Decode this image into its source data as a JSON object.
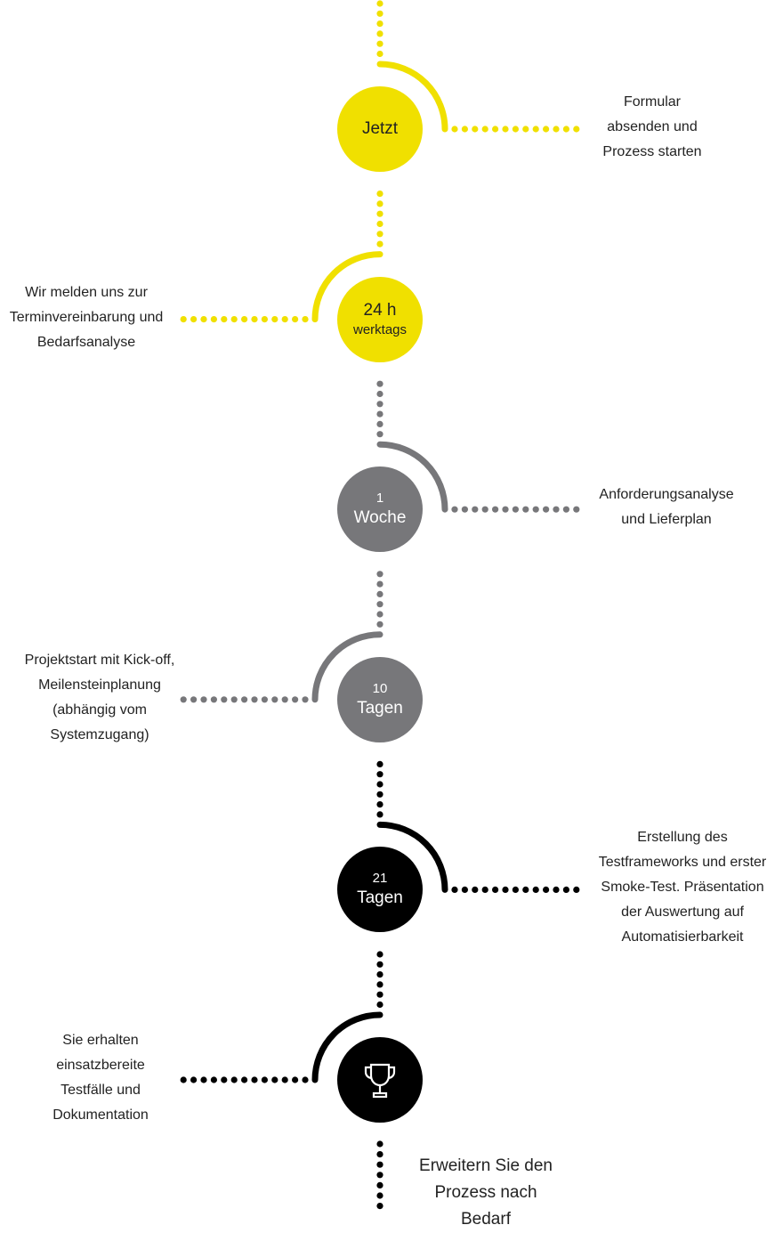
{
  "colors": {
    "yellow": "#f0e000",
    "gray": "#77777a",
    "black": "#000000"
  },
  "steps": [
    {
      "color": "yellow",
      "side": "right",
      "circle": {
        "main": "Jetzt",
        "sub": null,
        "sub_first": false
      },
      "label": [
        "Formular",
        "absenden und",
        "Prozess starten"
      ]
    },
    {
      "color": "yellow",
      "side": "left",
      "circle": {
        "main": "24 h",
        "sub": "werktags",
        "sub_first": false
      },
      "label": [
        "Wir melden uns zur",
        "Terminvereinbarung und",
        "Bedarfsanalyse"
      ]
    },
    {
      "color": "gray",
      "side": "right",
      "circle": {
        "main": "Woche",
        "sub": "1",
        "sub_first": true
      },
      "label": [
        "Anforderungsanalyse",
        "und Lieferplan"
      ]
    },
    {
      "color": "gray",
      "side": "left",
      "circle": {
        "main": "Tagen",
        "sub": "10",
        "sub_first": true
      },
      "label": [
        "Projektstart mit Kick-off,",
        "Meilensteinplanung",
        "(abhängig vom",
        "Systemzugang)"
      ]
    },
    {
      "color": "black",
      "side": "right",
      "circle": {
        "main": "Tagen",
        "sub": "21",
        "sub_first": true
      },
      "label": [
        "Erstellung des",
        "Testframeworks und erster",
        "Smoke-Test. Präsentation",
        "der Auswertung auf",
        "Automatisierbarkeit"
      ]
    },
    {
      "color": "black",
      "side": "left",
      "circle": {
        "icon": "trophy-icon"
      },
      "label": [
        "Sie erhalten",
        "einsatzbereite",
        "Testfälle und",
        "Dokumentation"
      ]
    }
  ],
  "final": {
    "lines": [
      "Erweitern Sie den",
      "Prozess nach",
      "Bedarf"
    ]
  }
}
